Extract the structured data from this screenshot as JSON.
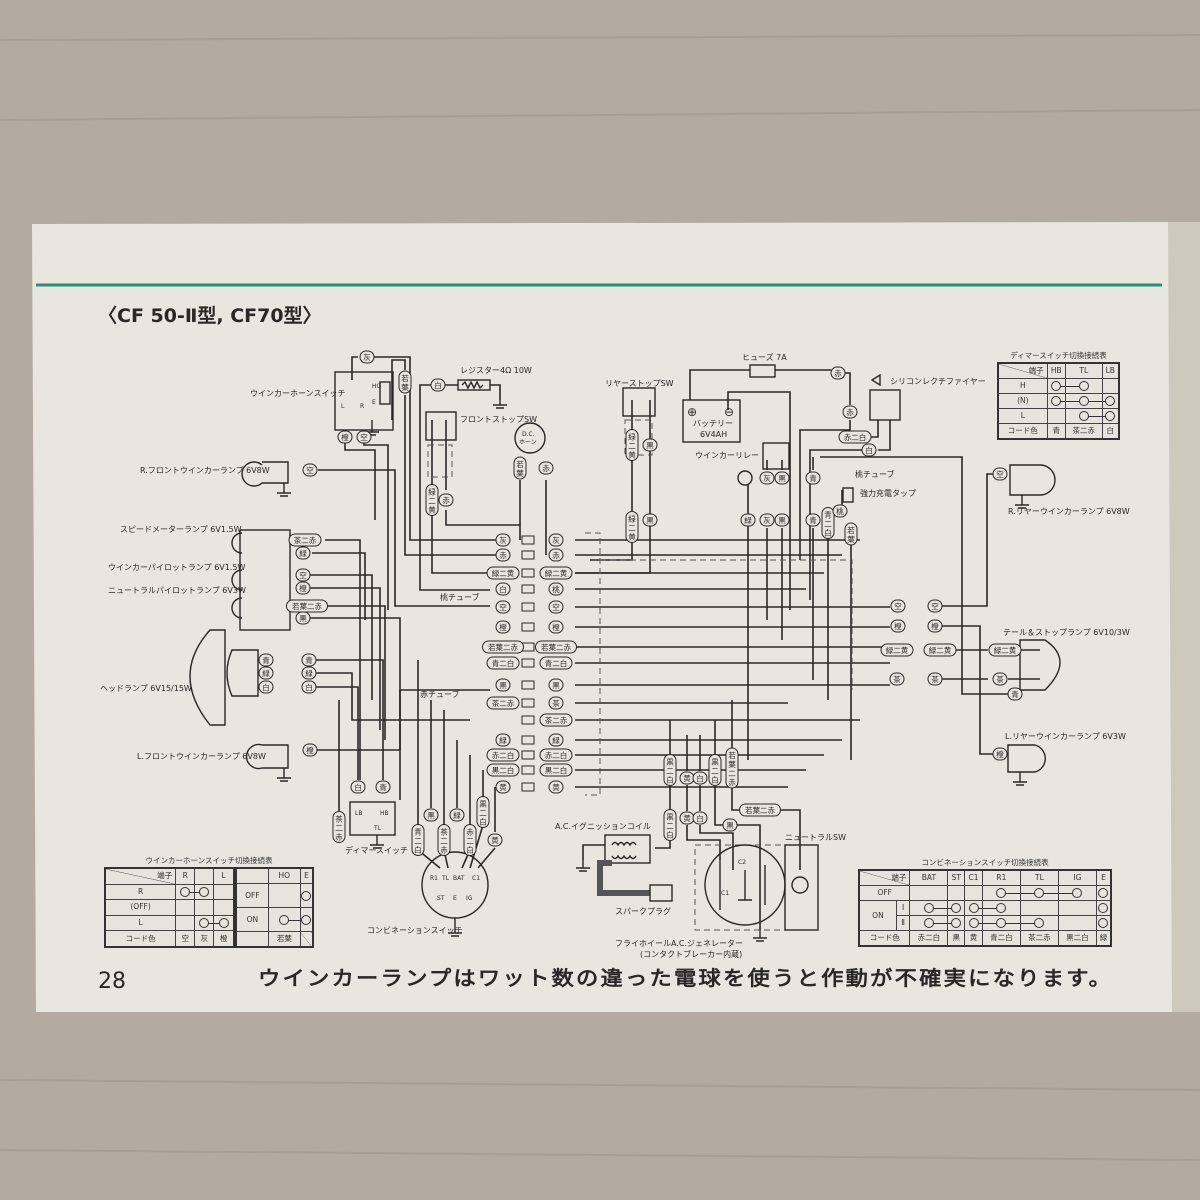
{
  "title": "〈CF 50-Ⅱ型, CF70型〉",
  "page_number": "28",
  "caution": "ウインカーランプはワット数の違った電球を使うと作動が不確実になります。",
  "colors": {
    "paper": "#e8e6df",
    "accent_rule": "#2a8f7a",
    "ink": "#2a2826",
    "background": "#b3aba1"
  },
  "components": {
    "winker_horn_switch": "ウインカーホーンスイッチ",
    "resistor": "レジスター4Ω 10W",
    "front_stop_sw": "フロントストップSW",
    "dc_horn_1": "D.C.",
    "dc_horn_2": "ホーン",
    "rear_stop_sw": "リヤーストップSW",
    "fuse": "ヒューズ 7A",
    "battery_1": "バッテリー",
    "battery_2": "6V4AH",
    "silicon_rectifier": "シリコンレクチファイヤー",
    "winker_relay": "ウインカーリレー",
    "pink_tube_right": "桃チューブ",
    "charge_tap": "強力充電タップ",
    "r_rear_winker": "R.リヤーウインカーランプ 6V8W",
    "r_front_winker": "R.フロントウインカーランプ 6V8W",
    "speedometer_lamp": "スピードメーターランプ 6V1.5W",
    "winker_pilot_lamp": "ウインカーパイロットランプ 6V1.5W",
    "neutral_pilot_lamp": "ニュートラルパイロットランプ 6V3W",
    "headlamp": "ヘッドランプ 6V15/15W",
    "l_front_winker": "L.フロントウインカーランプ 6V8W",
    "tail_stop_lamp": "テール＆ストップランプ 6V10/3W",
    "l_rear_winker": "L.リヤーウインカーランプ 6V3W",
    "dimmer_switch": "ディマースイッチ",
    "combination_switch": "コンビネーションスイッチ",
    "ignition_coil": "A.C.イグニッションコイル",
    "spark_plug": "スパークプラグ",
    "generator_1": "フライホイールA.C.ジェネレーター",
    "generator_2": "(コンタクトブレーカー内蔵)",
    "neutral_sw": "ニュートラルSW",
    "pink_tube": "桃チューブ",
    "red_tube": "赤チューブ"
  },
  "terminals": {
    "horn_sw": [
      "L",
      "R",
      "HO",
      "E"
    ],
    "dimmer": [
      "LB",
      "HB",
      "TL"
    ],
    "combination": [
      "R1",
      "TL",
      "BAT",
      "C1",
      "ST",
      "E",
      "IG"
    ],
    "generator": [
      "C2",
      "C1"
    ]
  },
  "badges": {
    "top": [
      "灰",
      "若葉",
      "橙",
      "空",
      "白",
      "緑二黄",
      "赤",
      "若葉",
      "赤",
      "緑二黄",
      "黒",
      "緑二黄",
      "黒",
      "赤",
      "赤",
      "赤二白",
      "白",
      "灰",
      "黒",
      "緑",
      "灰",
      "黒",
      "青",
      "青",
      "青二白",
      "桃",
      "若葉",
      "空"
    ],
    "left": [
      "空",
      "茶二赤",
      "緑",
      "空",
      "橙",
      "若葉二赤",
      "黒",
      "青",
      "緑",
      "白",
      "青",
      "緑",
      "白",
      "橙",
      "白",
      "青",
      "茶二赤",
      "青二白",
      "黒",
      "茶二赤",
      "緑",
      "赤二白",
      "黒二白",
      "黄"
    ],
    "right": [
      "空",
      "空",
      "橙",
      "橙",
      "緑二黄",
      "緑二黄",
      "緑二黄",
      "茶",
      "茶",
      "茶",
      "青",
      "橙"
    ],
    "lower": [
      "黒二白",
      "黄",
      "白",
      "黒二白",
      "若葉二赤",
      "黒二白",
      "黄",
      "白",
      "黒",
      "若葉二赤"
    ],
    "center_rows": [
      [
        "灰",
        "灰"
      ],
      [
        "赤",
        "赤"
      ],
      [
        "緑二黄",
        "緑二黄"
      ],
      [
        "白",
        "桃"
      ],
      [
        "空",
        "空"
      ],
      [
        "橙",
        "橙"
      ],
      [
        "若葉二赤",
        "若葉二赤"
      ],
      [
        "青二白",
        "青二白"
      ],
      [
        "黒",
        "黒"
      ],
      [
        "茶二赤",
        "茶"
      ],
      [
        "",
        "茶二赤"
      ],
      [
        "緑",
        "緑"
      ],
      [
        "赤二白",
        "赤二白"
      ],
      [
        "黒二白",
        "黒二白"
      ],
      [
        "黄",
        "黄"
      ]
    ]
  },
  "tables": {
    "horn_switch": {
      "caption": "ウインカーホーンスイッチ切換接続表",
      "corner": "端子",
      "left_cols": [
        "R",
        "",
        "L"
      ],
      "left_rows": [
        {
          "label": "R",
          "conn": [
            [
              1,
              2
            ]
          ]
        },
        {
          "label": "(OFF)",
          "conn": []
        },
        {
          "label": "L",
          "conn": [
            [
              2,
              3
            ]
          ]
        }
      ],
      "left_code": [
        "空",
        "灰",
        "橙"
      ],
      "right_cols": [
        "",
        "HO",
        "E"
      ],
      "right_rows": [
        {
          "label": "OFF",
          "conn": [
            [
              2,
              2
            ]
          ]
        },
        {
          "label": "ON",
          "conn": [
            [
              1,
              2
            ]
          ]
        }
      ],
      "right_code": [
        "若葉"
      ],
      "code_label": "コード色"
    },
    "dimmer": {
      "caption": "ディマースイッチ切換接続表",
      "corner": "端子",
      "cols": [
        "HB",
        "TL",
        "LB"
      ],
      "rows": [
        {
          "label": "H",
          "conn": [
            [
              1,
              2
            ]
          ]
        },
        {
          "label": "(N)",
          "conn": [
            [
              1,
              3
            ]
          ]
        },
        {
          "label": "L",
          "conn": [
            [
              2,
              3
            ]
          ]
        }
      ],
      "code": [
        "青",
        "茶二赤",
        "白"
      ],
      "code_label": "コード色"
    },
    "combination": {
      "caption": "コンビネーションスイッチ切換接続表",
      "corner": "端子",
      "cols": [
        "BAT",
        "ST",
        "C1",
        "R1",
        "TL",
        "IG",
        "E"
      ],
      "on_label": "ON",
      "rows": [
        {
          "label": "OFF",
          "conn": [
            [
              4,
              6
            ],
            [
              7,
              7
            ]
          ]
        },
        {
          "label": "Ⅰ",
          "conn": [
            [
              1,
              2
            ],
            [
              3,
              4
            ],
            [
              7,
              7
            ]
          ]
        },
        {
          "label": "Ⅱ",
          "conn": [
            [
              1,
              2
            ],
            [
              3,
              5
            ],
            [
              7,
              7
            ]
          ]
        }
      ],
      "code": [
        "赤二白",
        "黒",
        "黄",
        "青二白",
        "茶二赤",
        "黒二白",
        "緑"
      ],
      "code_label": "コード色"
    }
  }
}
